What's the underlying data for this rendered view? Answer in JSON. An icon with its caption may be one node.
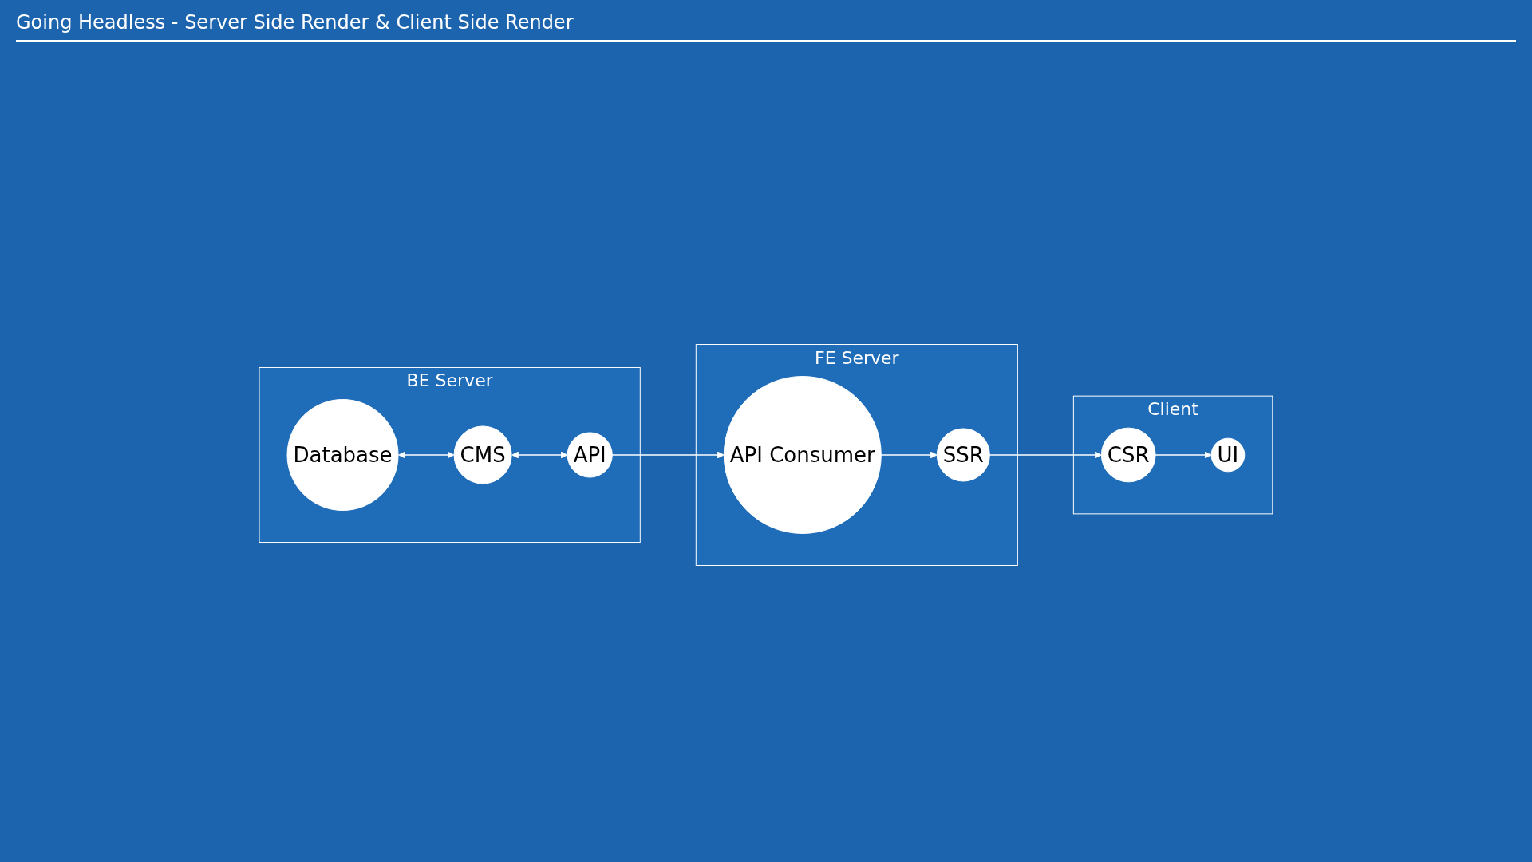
{
  "diagram": {
    "title": "Going Headless - Server Side Render & Client Side Render",
    "nodes": [
      {
        "text": [
          "BE Server"
        ]
      },
      {
        "text": [
          "Database"
        ],
        "in": 0
      },
      {
        "text": [
          "CMS"
        ],
        "in": 0
      },
      {
        "text": [
          "API"
        ],
        "in": 0
      },
      {
        "text": [
          "FE Server"
        ]
      },
      {
        "text": [
          "API Consumer"
        ],
        "in": 4
      },
      {
        "text": [
          "SSR"
        ],
        "in": 4
      },
      {
        "text": [
          "Client"
        ]
      },
      {
        "text": [
          "CSR"
        ],
        "in": 7
      },
      {
        "text": [
          "UI"
        ],
        "in": 7
      }
    ],
    "edges": [
      {
        "from": 1,
        "to": 2,
        "arrow": "both"
      },
      {
        "from": 2,
        "to": 3,
        "arrow": "both"
      },
      {
        "from": 3,
        "to": 5,
        "arrow": "to"
      },
      {
        "from": 5,
        "to": 6,
        "arrow": "to"
      },
      {
        "from": 6,
        "to": 8,
        "arrow": "to"
      },
      {
        "from": 8,
        "to": 9,
        "arrow": "to"
      }
    ]
  }
}
